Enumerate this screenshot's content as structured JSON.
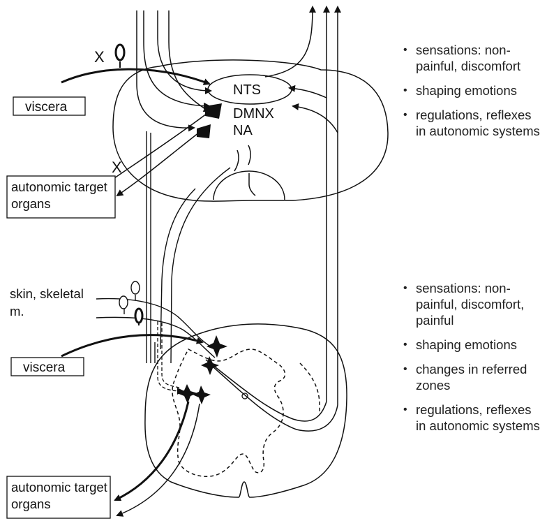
{
  "brainstem": {
    "nuclei": {
      "nts": "NTS",
      "dmnx": "DMNX",
      "na": "NA"
    },
    "nerve_label": "X",
    "nerve_label_efferent": "X",
    "afferent_source": "viscera",
    "efferent_target": "autonomic target organs"
  },
  "spinal_cord": {
    "somatic_source": "skin, skeletal m.",
    "afferent_source": "viscera",
    "efferent_target": "autonomic target organs"
  },
  "effects_brainstem": [
    "sensations: non-painful, discomfort",
    "shaping emotions",
    "regulations, reflexes in autonomic systems"
  ],
  "effects_spinal": [
    "sensations: non-painful, discomfort, painful",
    "shaping emotions",
    "changes in referred zones",
    "regulations, reflexes in autonomic systems"
  ]
}
